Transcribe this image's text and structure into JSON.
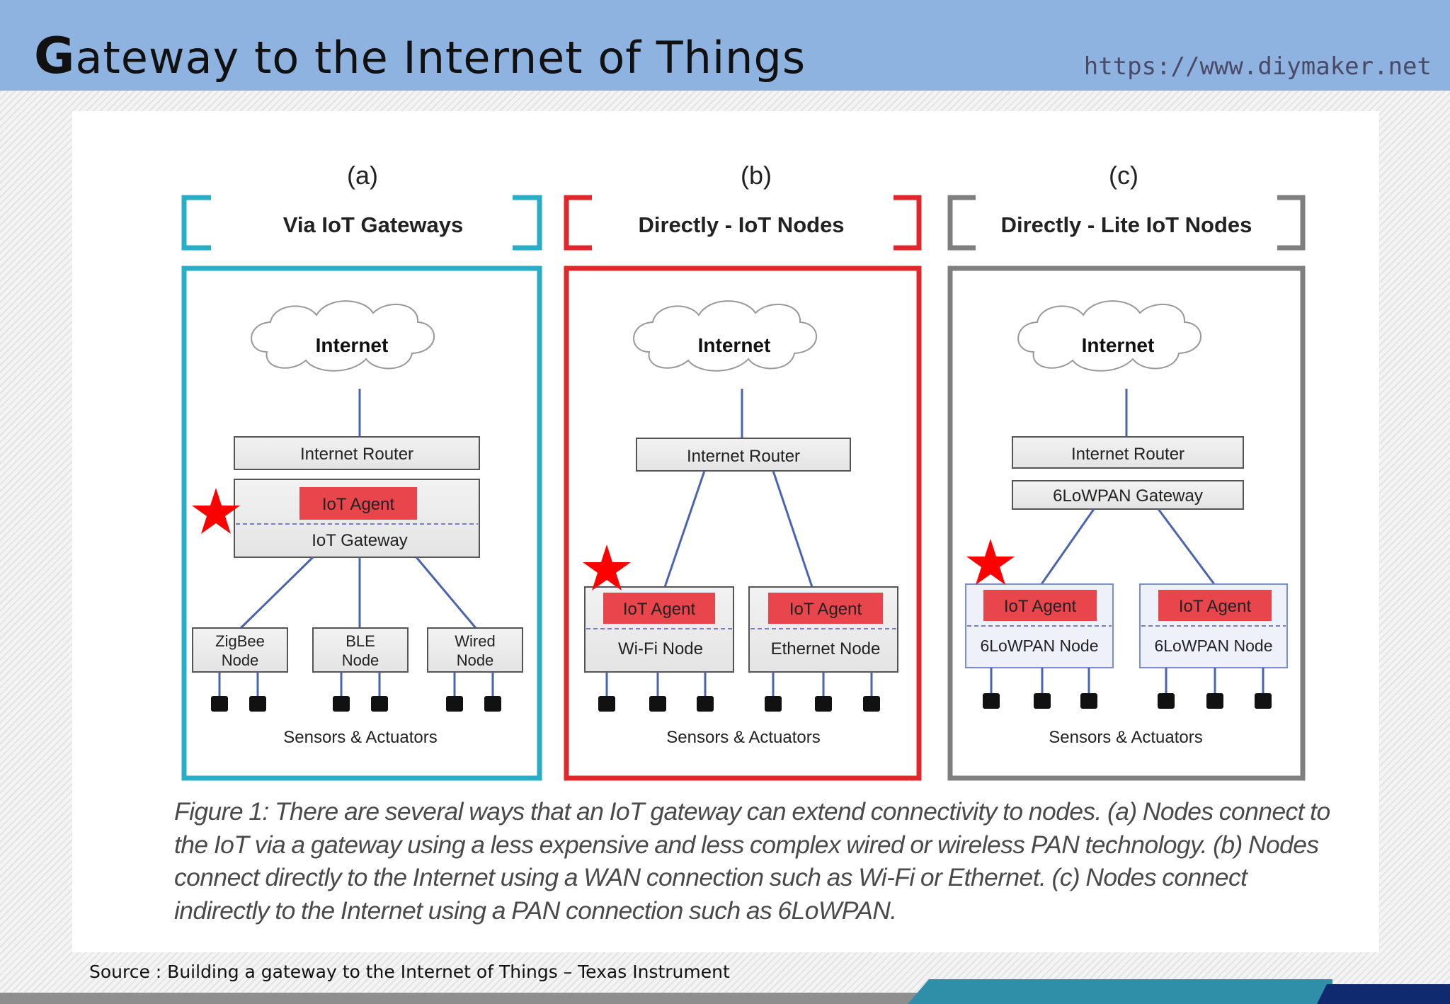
{
  "header": {
    "title_first": "G",
    "title_rest": "ateway to the Internet of Things",
    "url": "https://www.diymaker.net"
  },
  "columns": [
    {
      "letter": "(a)",
      "heading": "Via IoT Gateways",
      "color": "#2aaec8",
      "cloud": "Internet",
      "router": "Internet Router",
      "agent": "IoT Agent",
      "gateway": "IoT Gateway",
      "nodes": [
        {
          "line1": "ZigBee",
          "line2": "Node"
        },
        {
          "line1": "BLE",
          "line2": "Node"
        },
        {
          "line1": "Wired",
          "line2": "Node"
        }
      ],
      "footer": "Sensors & Actuators"
    },
    {
      "letter": "(b)",
      "heading": "Directly - IoT Nodes",
      "color": "#e0282c",
      "cloud": "Internet",
      "router": "Internet Router",
      "nodes": [
        {
          "agent": "IoT Agent",
          "name": "Wi-Fi Node"
        },
        {
          "agent": "IoT Agent",
          "name": "Ethernet Node"
        }
      ],
      "footer": "Sensors & Actuators"
    },
    {
      "letter": "(c)",
      "heading": "Directly - Lite IoT Nodes",
      "color": "#7f7f7f",
      "cloud": "Internet",
      "router": "Internet Router",
      "gateway": "6LoWPAN Gateway",
      "nodes": [
        {
          "agent": "IoT Agent",
          "name": "6LoWPAN Node"
        },
        {
          "agent": "IoT Agent",
          "name": "6LoWPAN Node"
        }
      ],
      "footer": "Sensors & Actuators"
    }
  ],
  "caption": "Figure 1: There are several ways that an IoT gateway can extend connectivity to nodes. (a) Nodes connect to the IoT via a gateway using a less expensive and less complex wired or wireless PAN technology. (b) Nodes connect directly to the Internet using a WAN connection such as Wi-Fi or Ethernet. (c) Nodes connect indirectly to the Internet using a PAN connection such as 6LoWPAN.",
  "source": "Source : Building a gateway to the Internet of Things – Texas Instrument",
  "colors": {
    "header_bg": "#8fb3e0",
    "agent_red": "#e8454d",
    "link_blue": "#4a64b0",
    "star_red": "#ff0000"
  }
}
